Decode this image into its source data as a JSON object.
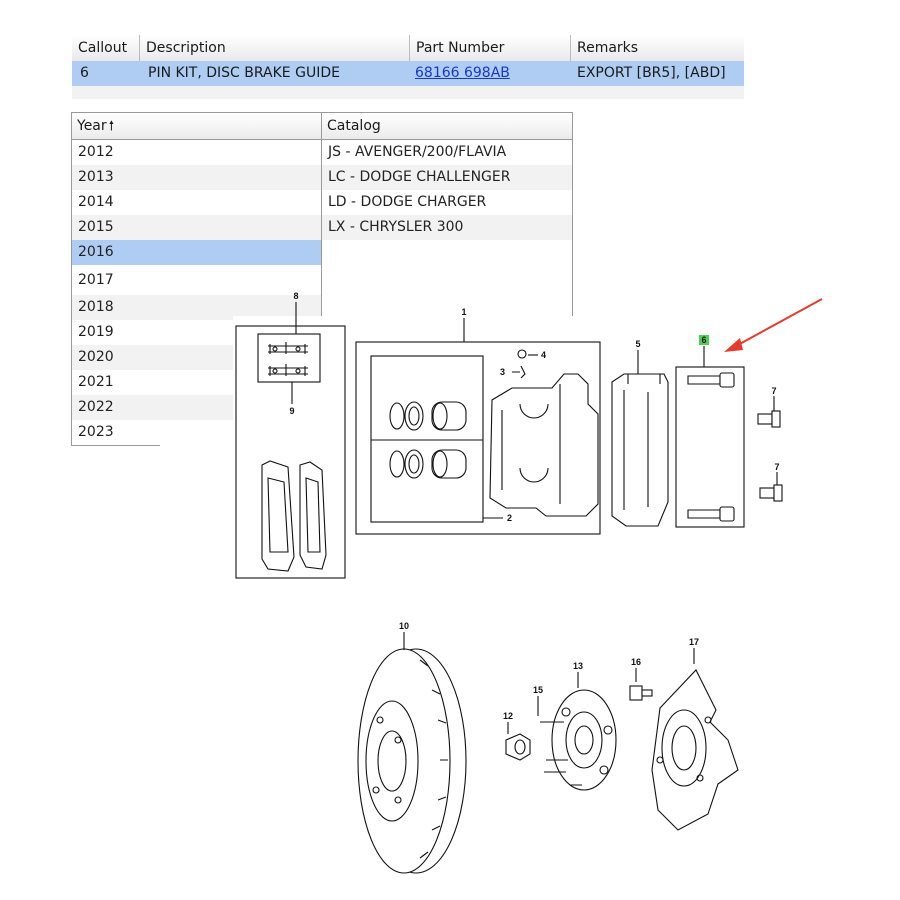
{
  "part_table": {
    "headers": [
      "Callout",
      "Description",
      "Part Number",
      "Remarks"
    ],
    "selected_row": {
      "callout": "6",
      "description": "PIN KIT, DISC BRAKE  GUIDE",
      "part_number": "68166 698AB",
      "remarks": "EXPORT [BR5], [ABD]"
    }
  },
  "year_grid": {
    "header": "Year",
    "sort_icon": "up-arrow-icon",
    "selected": "2016",
    "rows": [
      "2012",
      "2013",
      "2014",
      "2015",
      "2016",
      "2017",
      "2018",
      "2019",
      "2020",
      "2021",
      "2022",
      "2023"
    ]
  },
  "catalog_grid": {
    "header": "Catalog",
    "rows": [
      "JS - AVENGER/200/FLAVIA",
      "LC - DODGE CHALLENGER",
      "LD - DODGE CHARGER",
      "LX - CHRYSLER 300"
    ]
  },
  "diagram": {
    "callouts": [
      "1",
      "2",
      "3",
      "4",
      "5",
      "6",
      "7",
      "7",
      "8",
      "9",
      "10",
      "12",
      "13",
      "15",
      "16",
      "17"
    ],
    "highlight_color": "#4cd14c",
    "arrow_color": "#e53a2c"
  }
}
